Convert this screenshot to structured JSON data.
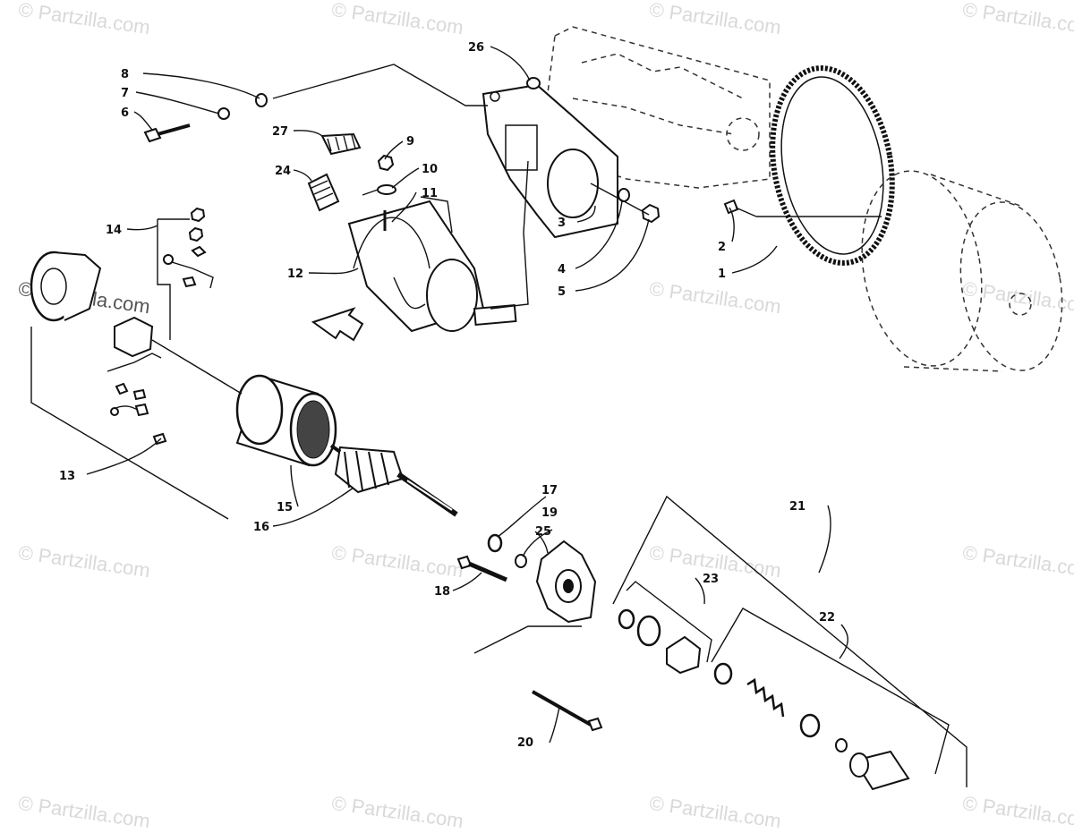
{
  "watermark_text": "© Partzilla.com",
  "callouts": {
    "c1": "1",
    "c2": "2",
    "c3": "3",
    "c4": "4",
    "c5": "5",
    "c6": "6",
    "c7": "7",
    "c8": "8",
    "c9": "9",
    "c10": "10",
    "c11": "11",
    "c12": "12",
    "c13": "13",
    "c14": "14",
    "c15": "15",
    "c16": "16",
    "c17": "17",
    "c18": "18",
    "c19": "19",
    "c20": "20",
    "c21": "21",
    "c22": "22",
    "c23": "23",
    "c24": "24",
    "c25": "25",
    "c26": "26",
    "c27": "27"
  },
  "colors": {
    "line": "#111111",
    "watermark": "#d9d9d9",
    "background": "#ffffff"
  }
}
